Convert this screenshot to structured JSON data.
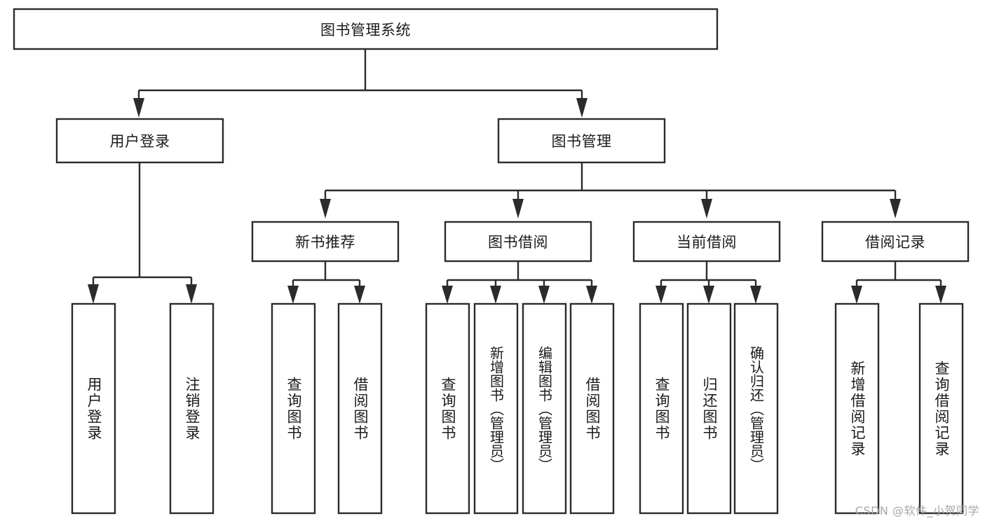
{
  "diagram": {
    "title": "图书管理系统",
    "watermark": "CSDN @软件_小贺同学",
    "colors": {
      "stroke": "#2b2b2b",
      "box_fill": "#ffffff",
      "text": "#1b1b1b",
      "background": "#ffffff",
      "watermark": "#a8a8a8"
    },
    "levels": {
      "root": {
        "label": "图书管理系统"
      },
      "level2": [
        {
          "label": "用户登录"
        },
        {
          "label": "图书管理"
        }
      ],
      "level3": [
        {
          "label": "新书推荐"
        },
        {
          "label": "图书借阅"
        },
        {
          "label": "当前借阅"
        },
        {
          "label": "借阅记录"
        }
      ],
      "leaves": {
        "user_login": [
          {
            "label": "用户登录"
          },
          {
            "label": "注销登录"
          }
        ],
        "new_book": [
          {
            "label": "查询图书"
          },
          {
            "label": "借阅图书"
          }
        ],
        "book_borrow": [
          {
            "label": "查询图书"
          },
          {
            "label": "新增图书（管理员）"
          },
          {
            "label": "编辑图书（管理员）"
          },
          {
            "label": "借阅图书"
          }
        ],
        "current_borrow": [
          {
            "label": "查询图书"
          },
          {
            "label": "归还图书"
          },
          {
            "label": "确认归还（管理员）"
          }
        ],
        "borrow_record": [
          {
            "label": "新增借阅记录"
          },
          {
            "label": "查询借阅记录"
          }
        ]
      }
    }
  }
}
